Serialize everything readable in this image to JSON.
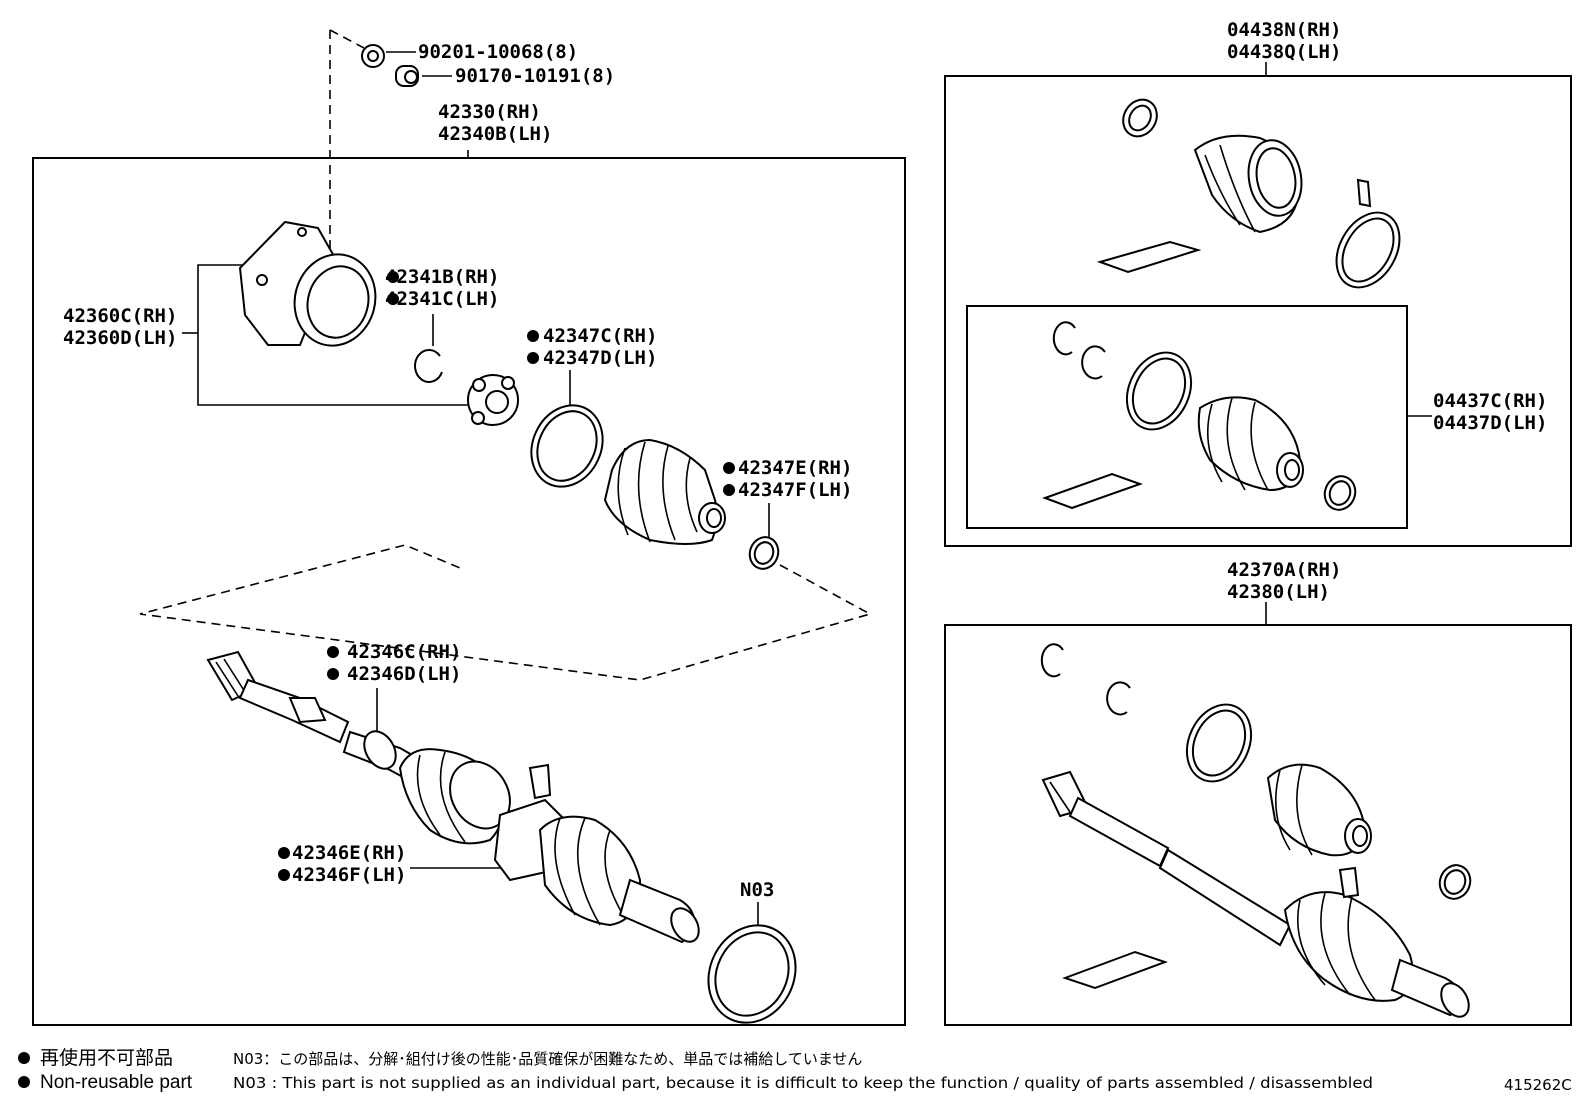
{
  "callouts": {
    "nut": "90201-10068(8)",
    "washer": "90170-10191(8)",
    "shaft_rh": "42330(RH)",
    "shaft_lh": "42340B(LH)",
    "housing_rh": "42360C(RH)",
    "housing_lh": "42360D(LH)",
    "snap_ring_rh": "42341B(RH)",
    "snap_ring_lh": "42341C(LH)",
    "clamp_rh": "42347C(RH)",
    "clamp_lh": "42347D(LH)",
    "small_clamp_rh": "42347E(RH)",
    "small_clamp_lh": "42347F(LH)",
    "boot_rh": "42346C(RH)",
    "boot_lh": "42346D(LH)",
    "outer_boot_rh": "42346E(RH)",
    "outer_boot_lh": "42346F(LH)",
    "n03": "N03",
    "kit_outer_rh": "04438N(RH)",
    "kit_outer_lh": "04438Q(LH)",
    "kit_inner_rh": "04437C(RH)",
    "kit_inner_lh": "04437D(LH)",
    "assy_rh": "42370A(RH)",
    "assy_lh": "42380(LH)"
  },
  "legend": {
    "non_reusable_jp": "再使用不可部品",
    "non_reusable_en": "Non-reusable part",
    "n03_jp": "N03：この部品は、分解･組付け後の性能･品質確保が困難なため、単品では補給していません",
    "n03_en": "N03 : This part is not supplied as an individual part, because it is difficult to keep the function / quality of parts  assembled / disassembled"
  },
  "illustration_id": "415262C"
}
